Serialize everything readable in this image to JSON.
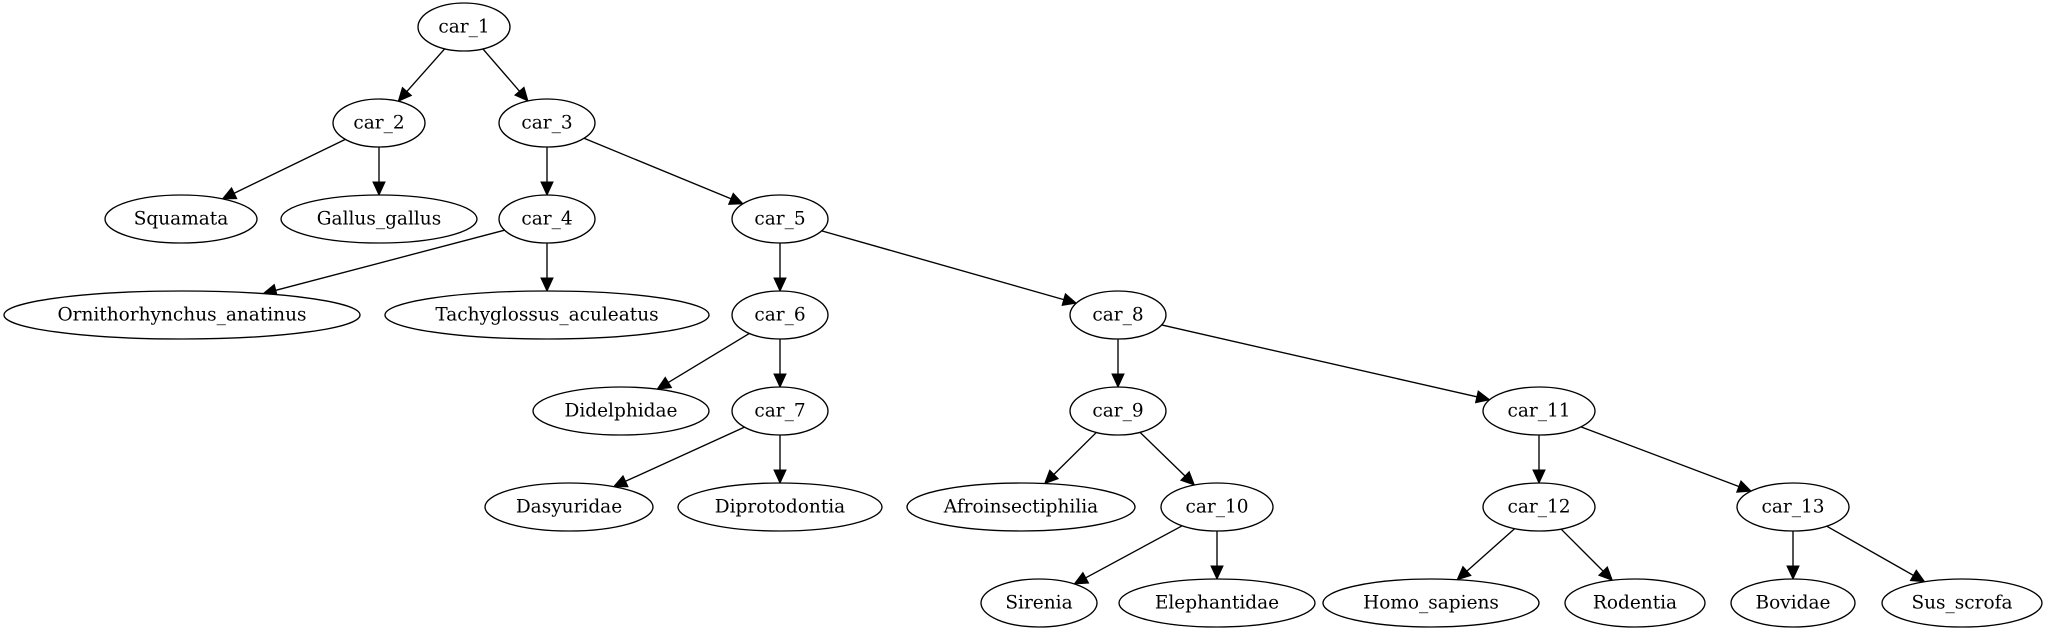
{
  "tree": {
    "nodes": [
      {
        "id": "car_1",
        "label": "car_1"
      },
      {
        "id": "car_2",
        "label": "car_2"
      },
      {
        "id": "car_3",
        "label": "car_3"
      },
      {
        "id": "Squamata",
        "label": "Squamata"
      },
      {
        "id": "Gallus_gallus",
        "label": "Gallus_gallus"
      },
      {
        "id": "car_4",
        "label": "car_4"
      },
      {
        "id": "car_5",
        "label": "car_5"
      },
      {
        "id": "Ornithorhynchus_anatinus",
        "label": "Ornithorhynchus_anatinus"
      },
      {
        "id": "Tachyglossus_aculeatus",
        "label": "Tachyglossus_aculeatus"
      },
      {
        "id": "car_6",
        "label": "car_6"
      },
      {
        "id": "car_8",
        "label": "car_8"
      },
      {
        "id": "Didelphidae",
        "label": "Didelphidae"
      },
      {
        "id": "car_7",
        "label": "car_7"
      },
      {
        "id": "car_9",
        "label": "car_9"
      },
      {
        "id": "car_11",
        "label": "car_11"
      },
      {
        "id": "Dasyuridae",
        "label": "Dasyuridae"
      },
      {
        "id": "Diprotodontia",
        "label": "Diprotodontia"
      },
      {
        "id": "Afroinsectiphilia",
        "label": "Afroinsectiphilia"
      },
      {
        "id": "car_10",
        "label": "car_10"
      },
      {
        "id": "car_12",
        "label": "car_12"
      },
      {
        "id": "car_13",
        "label": "car_13"
      },
      {
        "id": "Sirenia",
        "label": "Sirenia"
      },
      {
        "id": "Elephantidae",
        "label": "Elephantidae"
      },
      {
        "id": "Homo_sapiens",
        "label": "Homo_sapiens"
      },
      {
        "id": "Rodentia",
        "label": "Rodentia"
      },
      {
        "id": "Bovidae",
        "label": "Bovidae"
      },
      {
        "id": "Sus_scrofa",
        "label": "Sus_scrofa"
      }
    ],
    "edges": [
      {
        "from": "car_1",
        "to": "car_2"
      },
      {
        "from": "car_1",
        "to": "car_3"
      },
      {
        "from": "car_2",
        "to": "Squamata"
      },
      {
        "from": "car_2",
        "to": "Gallus_gallus"
      },
      {
        "from": "car_3",
        "to": "car_4"
      },
      {
        "from": "car_3",
        "to": "car_5"
      },
      {
        "from": "car_4",
        "to": "Ornithorhynchus_anatinus"
      },
      {
        "from": "car_4",
        "to": "Tachyglossus_aculeatus"
      },
      {
        "from": "car_5",
        "to": "car_6"
      },
      {
        "from": "car_5",
        "to": "car_8"
      },
      {
        "from": "car_6",
        "to": "Didelphidae"
      },
      {
        "from": "car_6",
        "to": "car_7"
      },
      {
        "from": "car_7",
        "to": "Dasyuridae"
      },
      {
        "from": "car_7",
        "to": "Diprotodontia"
      },
      {
        "from": "car_8",
        "to": "car_9"
      },
      {
        "from": "car_8",
        "to": "car_11"
      },
      {
        "from": "car_9",
        "to": "Afroinsectiphilia"
      },
      {
        "from": "car_9",
        "to": "car_10"
      },
      {
        "from": "car_10",
        "to": "Sirenia"
      },
      {
        "from": "car_10",
        "to": "Elephantidae"
      },
      {
        "from": "car_11",
        "to": "car_12"
      },
      {
        "from": "car_11",
        "to": "car_13"
      },
      {
        "from": "car_12",
        "to": "Homo_sapiens"
      },
      {
        "from": "car_12",
        "to": "Rodentia"
      },
      {
        "from": "car_13",
        "to": "Bovidae"
      },
      {
        "from": "car_13",
        "to": "Sus_scrofa"
      }
    ],
    "colors": {
      "stroke": "#000000",
      "fill": "#ffffff",
      "text": "#000000",
      "background": "#ffffff"
    }
  }
}
